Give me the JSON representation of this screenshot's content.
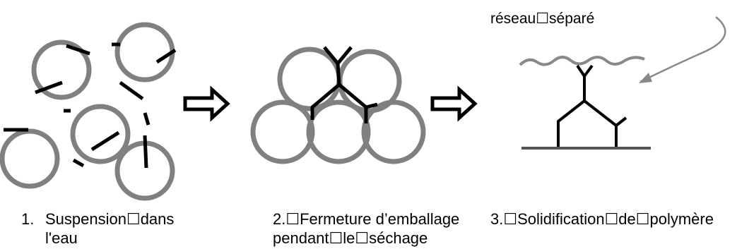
{
  "stage1": {
    "number": "1.",
    "caption_line1": "Suspension☐dans",
    "caption_line2": "l'eau"
  },
  "stage2": {
    "caption_line1": "2.☐Fermeture d’emballage",
    "caption_line2": "pendant☐le☐séchage"
  },
  "stage3": {
    "caption": "3.☐Solidification☐de☐polymère",
    "network_label": "réseau☐séparé"
  },
  "colors": {
    "particle": "#808080",
    "chain": "#000000",
    "arrow": "#000000",
    "pointer": "#888888"
  }
}
